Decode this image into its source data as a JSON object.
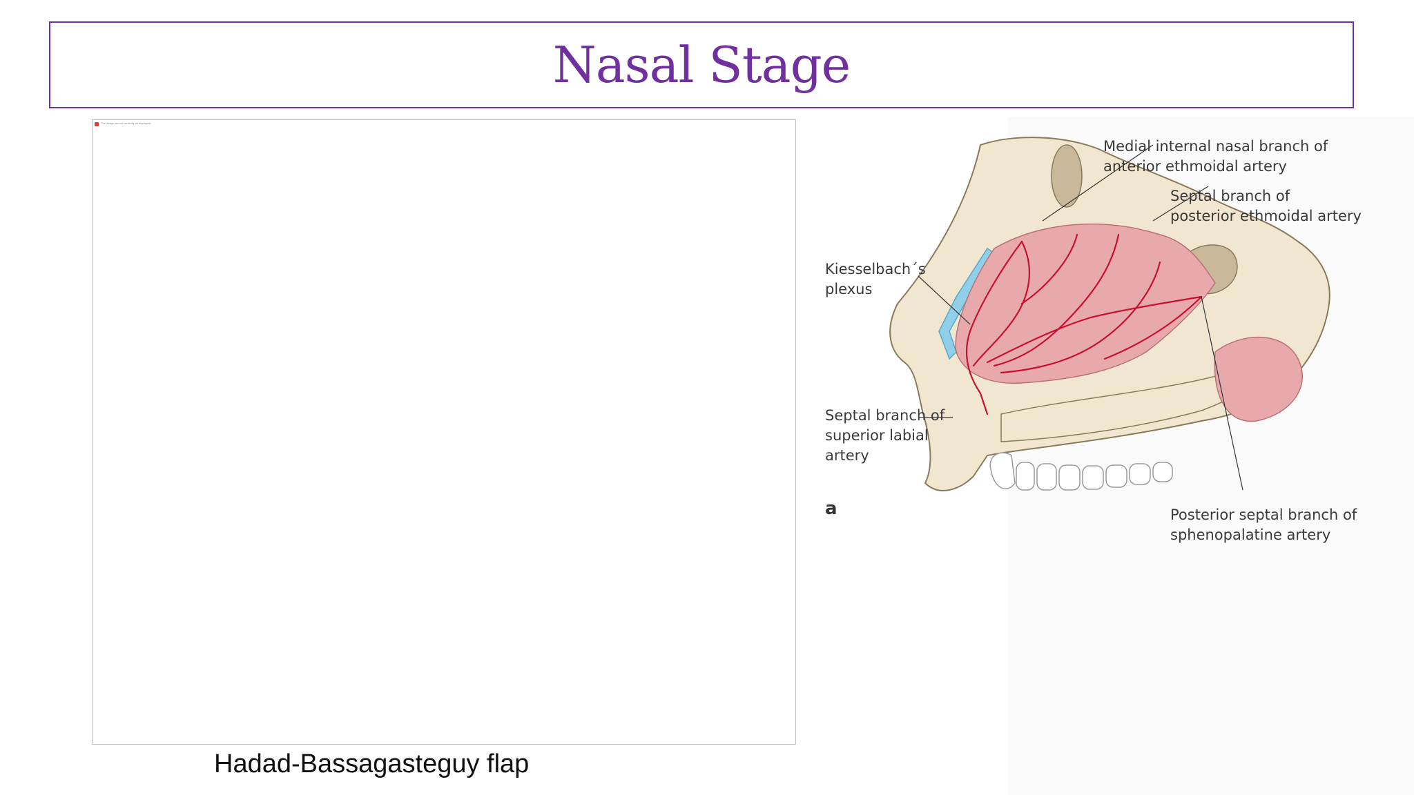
{
  "slide": {
    "title": "Nasal Stage",
    "caption": "Hadad-Bassagasteguy flap",
    "broken_image_text": "The image cannot currently be displayed."
  },
  "figure": {
    "labels": {
      "medial_internal_1": "Medial internal nasal branch of",
      "medial_internal_2": "anterior ethmoidal artery",
      "septal_posterior_1": "Septal branch of",
      "septal_posterior_2": "posterior ethmoidal artery",
      "kiesselbach_1": "Kiesselbach´s",
      "kiesselbach_2": "plexus",
      "septal_labial_1": "Septal branch of",
      "septal_labial_2": "superior labial",
      "septal_labial_3": "artery",
      "posterior_septal_1": "Posterior septal branch of",
      "posterior_septal_2": "sphenopalatine artery",
      "panel": "a"
    },
    "colors": {
      "mucosa": "#e8a9ad",
      "bone": "#f1e6cf",
      "artery": "#c8102e",
      "sinus": "#c9b99a",
      "cartilage": "#8fd0e8"
    }
  }
}
